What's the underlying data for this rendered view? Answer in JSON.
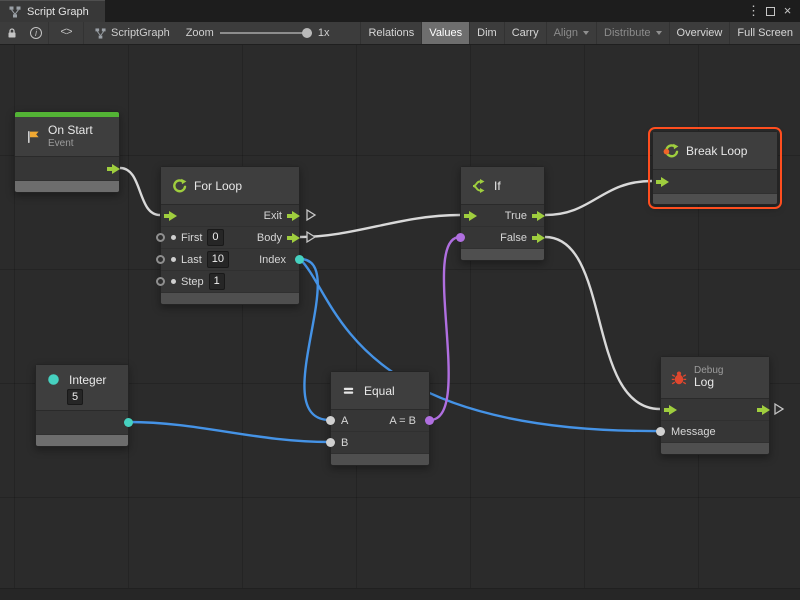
{
  "window": {
    "tab_title": "Script Graph",
    "menu_glyph": "⋮",
    "close_glyph": "×"
  },
  "toolbar": {
    "info_glyph": "i",
    "code_glyph": "<>",
    "graph_name": "ScriptGraph",
    "zoom_label": "Zoom",
    "zoom_value": "1x",
    "buttons": {
      "relations": "Relations",
      "values": "Values",
      "dim": "Dim",
      "carry": "Carry",
      "align": "Align",
      "distribute": "Distribute",
      "overview": "Overview",
      "fullscreen": "Full Screen"
    }
  },
  "graph": {
    "on_start": {
      "title": "On Start",
      "subtitle": "Event"
    },
    "for_loop": {
      "title": "For Loop",
      "exit_label": "Exit",
      "body_label": "Body",
      "index_label": "Index",
      "first_label": "First",
      "last_label": "Last",
      "step_label": "Step",
      "first_value": "0",
      "last_value": "10",
      "step_value": "1"
    },
    "if_node": {
      "title": "If",
      "true_label": "True",
      "false_label": "False"
    },
    "break_loop": {
      "title": "Break Loop"
    },
    "integer": {
      "title": "Integer",
      "value": "5"
    },
    "equal": {
      "title": "Equal",
      "a_label": "A",
      "b_label": "B",
      "result_label": "A = B"
    },
    "debug_log": {
      "category": "Debug",
      "title": "Log",
      "message_label": "Message"
    }
  },
  "colors": {
    "flow_green": "#9fce3e",
    "event_green": "#53b335",
    "port_teal": "#46d1c0",
    "wire_blue": "#4593e6",
    "wire_purple": "#b06fe0",
    "wire_white": "#d9d9d9",
    "selection_orange": "#ff4e1f",
    "flag_orange": "#f0a832",
    "bug_red": "#e0472e"
  }
}
